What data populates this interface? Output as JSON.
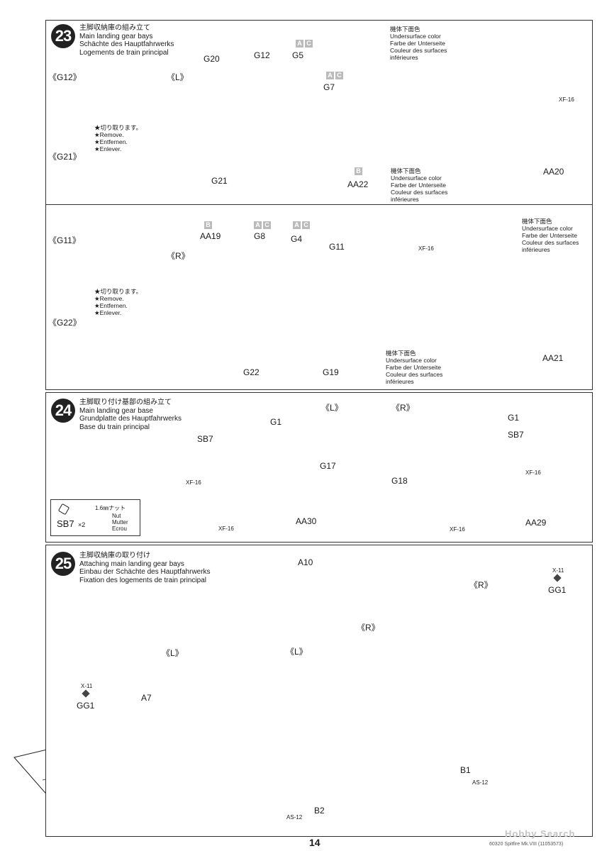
{
  "page_number": "14",
  "footer_right": "60320 Spitfire Mk.VIII (11053573)",
  "watermark": "Hobby Search",
  "step23": {
    "number": "23",
    "titles": [
      "主脚収納庫の組み立て",
      "Main landing gear bays",
      "Schächte des Hauptfahrwerks",
      "Logements de train principal"
    ],
    "top": {
      "left_part_labels": [
        "《G12》",
        "《G21》"
      ],
      "remove_note": [
        "★切り取ります。",
        "★Remove.",
        "★Entfernen.",
        "★Enlever."
      ],
      "side_label": "《L》",
      "part_labels": [
        "G20",
        "G12",
        "G5",
        "G7",
        "G21",
        "AA22"
      ],
      "tags_g5": [
        "A",
        "C"
      ],
      "tags_g7": [
        "A",
        "C"
      ],
      "tag_aa22": "B",
      "paint_top": [
        "機体下面色",
        "Undersurface color",
        "Farbe der Unterseite",
        "Couleur des surfaces",
        "inférieures"
      ],
      "paint_code": "XF-16",
      "paint_bottom": [
        "機体下面色",
        "Undersurface color",
        "Farbe der Unterseite",
        "Couleur des surfaces",
        "inférieures"
      ],
      "result_label": "AA20"
    },
    "bottom": {
      "left_part_labels": [
        "《G11》",
        "《G22》"
      ],
      "remove_note": [
        "★切り取ります。",
        "★Remove.",
        "★Entfernen.",
        "★Enlever."
      ],
      "side_label": "《R》",
      "part_labels": [
        "AA19",
        "G8",
        "G4",
        "G11",
        "G22",
        "G19"
      ],
      "tag_aa19": "B",
      "tags_g8": [
        "A",
        "C"
      ],
      "tags_g4": [
        "A",
        "C"
      ],
      "paint_top": [
        "機体下面色",
        "Undersurface color",
        "Farbe der Unterseite",
        "Couleur des surfaces",
        "inférieures"
      ],
      "paint_code": "XF-16",
      "paint_bottom": [
        "機体下面色",
        "Undersurface color",
        "Farbe der Unterseite",
        "Couleur des surfaces",
        "inférieures"
      ],
      "result_label": "AA21"
    }
  },
  "step24": {
    "number": "24",
    "titles": [
      "主脚取り付け基部の組み立て",
      "Main landing gear base",
      "Grundplatte des Hauptfahrwerks",
      "Base du train principal"
    ],
    "left": {
      "side": "《L》",
      "labels": [
        "G1",
        "SB7",
        "G17",
        "AA30"
      ],
      "paint": "XF-16",
      "paint2": "XF-16"
    },
    "right": {
      "side": "《R》",
      "labels": [
        "G1",
        "SB7",
        "G18",
        "AA29"
      ],
      "paint": "XF-16",
      "paint2": "XF-16"
    },
    "hardware": {
      "code": "SB7",
      "qty": "×2",
      "size": "1.6㎜ナット",
      "names": [
        "Nut",
        "Mutter",
        "Ecrou"
      ]
    }
  },
  "step25": {
    "number": "25",
    "titles": [
      "主脚収納庫の取り付け",
      "Attaching main landing gear bays",
      "Einbau der Schächte des Hauptfahrwerks",
      "Fixation des logements de train principal"
    ],
    "labels": {
      "a10": "A10",
      "a7": "A7",
      "r1": "《R》",
      "r2": "《R》",
      "l1": "《L》",
      "l2": "《L》",
      "gg1_left": "GG1",
      "gg1_right": "GG1",
      "x11_left": "X-11",
      "x11_right": "X-11",
      "b1": "B1",
      "b2": "B2",
      "as12_b1": "AS-12",
      "as12_b2": "AS-12"
    }
  }
}
